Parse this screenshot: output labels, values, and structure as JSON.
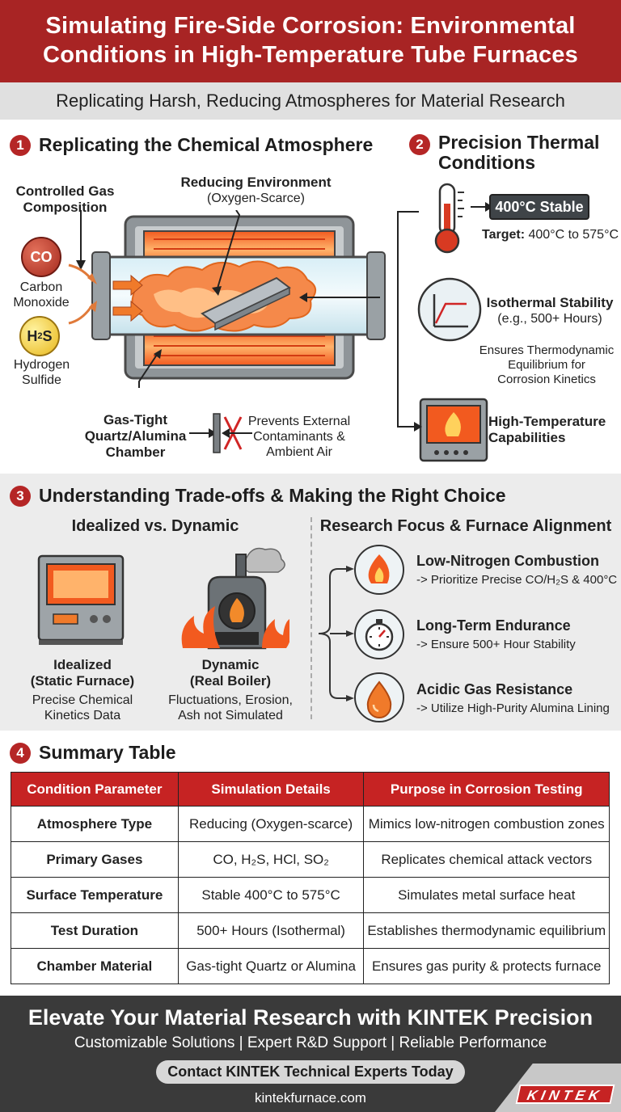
{
  "header": {
    "title_line1": "Simulating Fire-Side Corrosion: Environmental",
    "title_line2": "Conditions in High-Temperature Tube Furnaces",
    "subtitle": "Replicating Harsh, Reducing Atmospheres for Material Research"
  },
  "section1": {
    "number": "1",
    "title": "Replicating the Chemical Atmosphere",
    "gas_composition_label_1": "Controlled Gas",
    "gas_composition_label_2": "Composition",
    "reducing_title": "Reducing Environment",
    "reducing_sub": "(Oxygen-Scarce)",
    "co_symbol": "CO",
    "co_name_1": "Carbon",
    "co_name_2": "Monoxide",
    "h2s_symbol_h": "H",
    "h2s_symbol_2": "2",
    "h2s_symbol_s": "S",
    "h2s_name_1": "Hydrogen",
    "h2s_name_2": "Sulfide",
    "chamber_1": "Gas-Tight",
    "chamber_2": "Quartz/Alumina",
    "chamber_3": "Chamber",
    "prevents_1": "Prevents External",
    "prevents_2": "Contaminants &",
    "prevents_3": "Ambient Air"
  },
  "section2": {
    "number": "2",
    "title_1": "Precision Thermal",
    "title_2": "Conditions",
    "stable_badge": "400°C Stable",
    "target_label": "Target:",
    "target_value": "400°C to 575°C",
    "iso_title": "Isothermal Stability",
    "iso_sub": "(e.g., 500+ Hours)",
    "ensures_1": "Ensures Thermodynamic",
    "ensures_2": "Equilibrium for",
    "ensures_3": "Corrosion Kinetics",
    "hightemp_1": "High-Temperature",
    "hightemp_2": "Capabilities"
  },
  "section3": {
    "number": "3",
    "title": "Understanding Trade-offs & Making the Right Choice",
    "left_title": "Idealized vs. Dynamic",
    "idealized_1": "Idealized",
    "idealized_2": "(Static Furnace)",
    "idealized_desc_1": "Precise Chemical",
    "idealized_desc_2": "Kinetics Data",
    "dynamic_1": "Dynamic",
    "dynamic_2": "(Real Boiler)",
    "dynamic_desc_1": "Fluctuations, Erosion,",
    "dynamic_desc_2": "Ash not Simulated",
    "right_title": "Research Focus & Furnace Alignment",
    "focus": [
      {
        "title": "Low-Nitrogen Combustion",
        "sub": "-> Prioritize Precise CO/H₂S & 400°C"
      },
      {
        "title": "Long-Term Endurance",
        "sub": "-> Ensure 500+ Hour Stability"
      },
      {
        "title": "Acidic Gas Resistance",
        "sub": "-> Utilize High-Purity Alumina Lining"
      }
    ]
  },
  "section4": {
    "number": "4",
    "title": "Summary Table",
    "headers": [
      "Condition Parameter",
      "Simulation Details",
      "Purpose in Corrosion Testing"
    ],
    "rows": [
      [
        "Atmosphere Type",
        "Reducing (Oxygen-scarce)",
        "Mimics low-nitrogen combustion zones"
      ],
      [
        "Primary Gases",
        "CO, H₂S, HCl, SO₂",
        "Replicates chemical attack vectors"
      ],
      [
        "Surface Temperature",
        "Stable 400°C to 575°C",
        "Simulates metal surface heat"
      ],
      [
        "Test Duration",
        "500+ Hours (Isothermal)",
        "Establishes thermodynamic equilibrium"
      ],
      [
        "Chamber Material",
        "Gas-tight Quartz or Alumina",
        "Ensures gas purity & protects furnace"
      ]
    ]
  },
  "footer": {
    "headline": "Elevate Your Material Research with KINTEK Precision",
    "tagline": "Customizable Solutions | Expert R&D Support | Reliable Performance",
    "cta": "Contact KINTEK Technical Experts Today",
    "site": "kintekfurnace.com",
    "logo": "KINTEK"
  },
  "colors": {
    "brand_red": "#a82424",
    "accent_red": "#c62323",
    "footer_bg": "#3a3a3a",
    "flame_orange": "#f07a2a"
  },
  "icons": [
    "co-molecule-icon",
    "h2s-molecule-icon",
    "thermometer-icon",
    "isothermal-graph-icon",
    "furnace-flame-icon",
    "static-furnace-icon",
    "boiler-icon",
    "flame-icon",
    "stopwatch-icon",
    "acid-drop-icon",
    "blocked-icon"
  ]
}
